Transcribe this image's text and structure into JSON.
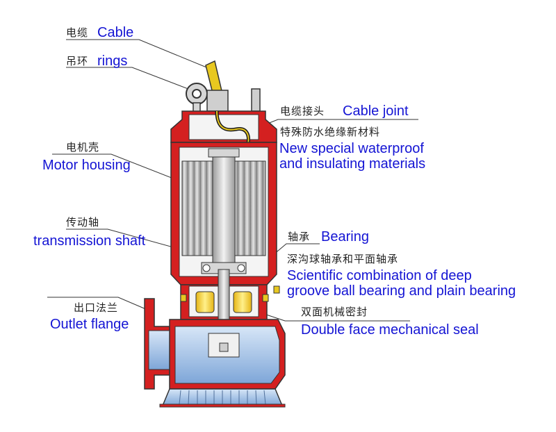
{
  "labels": {
    "cable": {
      "zh": "电缆",
      "en": "Cable"
    },
    "rings": {
      "zh": "吊环",
      "en": "rings"
    },
    "cable_joint": {
      "zh": "电缆接头",
      "en": "Cable joint"
    },
    "waterproof": {
      "zh": "特殊防水绝缘新材料",
      "en_line1": "New special waterproof",
      "en_line2": "and insulating materials"
    },
    "motor_housing": {
      "zh": "电机壳",
      "en": "Motor housing"
    },
    "shaft": {
      "zh": "传动轴",
      "en": "transmission shaft"
    },
    "bearing": {
      "zh": "轴承",
      "en": "Bearing"
    },
    "bearing_combo": {
      "zh": "深沟球轴承和平面轴承",
      "en_line1": "Scientific combination of deep",
      "en_line2": "groove ball bearing and plain bearing"
    },
    "outlet": {
      "zh": "出口法兰",
      "en": "Outlet flange"
    },
    "seal": {
      "zh": "双面机械密封",
      "en": "Double face mechanical seal"
    }
  },
  "colors": {
    "housing_red": "#d42020",
    "stator_grey": "#b9b9b9",
    "impeller_blue": "#8fb3e0",
    "bearing_yellow": "#f2cf3a",
    "label_blue": "#1414d4"
  }
}
